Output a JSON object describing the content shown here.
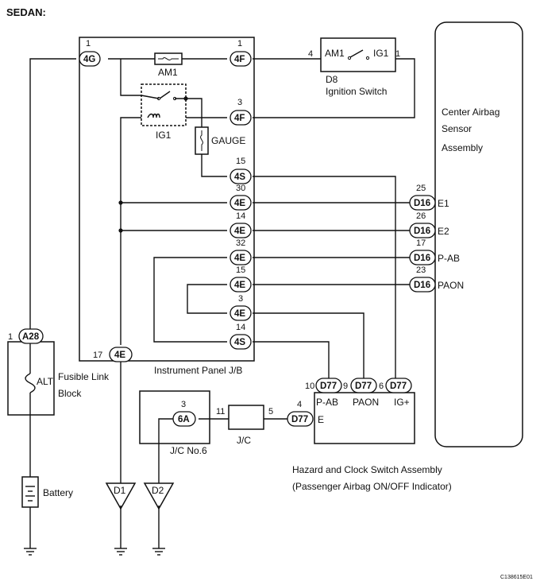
{
  "title": "SEDAN:",
  "figure_code": "C138615E01",
  "components": {
    "instrument_panel_jb": "Instrument Panel J/B",
    "ignition_switch_id": "D8",
    "ignition_switch_name": "Ignition Switch",
    "ignition_am1": "AM1",
    "ignition_ig1": "IG1",
    "fuse_am1": "AM1",
    "relay_ig1": "IG1",
    "fuse_gauge": "GAUGE",
    "center_airbag_line1": "Center Airbag",
    "center_airbag_line2": "Sensor",
    "center_airbag_line3": "Assembly",
    "fusible_line1": "Fusible Link",
    "fusible_line2": "Block",
    "fusible_alt": "ALT",
    "battery": "Battery",
    "jc6": "J/C No.6",
    "jc": "J/C",
    "hazard_line1": "Hazard and Clock Switch Assembly",
    "hazard_line2": "(Passenger Airbag ON/OFF Indicator)",
    "hazard_pab": "P-AB",
    "hazard_paon": "PAON",
    "hazard_igp": "IG+",
    "hazard_e": "E"
  },
  "connectors": {
    "c4g": {
      "name": "4G",
      "pin": "1"
    },
    "c4f1": {
      "name": "4F",
      "pin": "1"
    },
    "c4f3": {
      "name": "4F",
      "pin": "3"
    },
    "c4s15": {
      "name": "4S",
      "pin": "15"
    },
    "c4e30": {
      "name": "4E",
      "pin": "30"
    },
    "c4e14": {
      "name": "4E",
      "pin": "14"
    },
    "c4e32": {
      "name": "4E",
      "pin": "32"
    },
    "c4e15": {
      "name": "4E",
      "pin": "15"
    },
    "c4e3": {
      "name": "4E",
      "pin": "3"
    },
    "c4s14": {
      "name": "4S",
      "pin": "14"
    },
    "c4e17": {
      "name": "4E",
      "pin": "17"
    },
    "ca28": {
      "name": "A28",
      "pin": "1"
    },
    "d16_25": {
      "name": "D16",
      "pin": "25",
      "signal": "E1"
    },
    "d16_26": {
      "name": "D16",
      "pin": "26",
      "signal": "E2"
    },
    "d16_17": {
      "name": "D16",
      "pin": "17",
      "signal": "P-AB"
    },
    "d16_23": {
      "name": "D16",
      "pin": "23",
      "signal": "PAON"
    },
    "d77_10": {
      "name": "D77",
      "pin": "10"
    },
    "d77_9": {
      "name": "D77",
      "pin": "9"
    },
    "d77_6": {
      "name": "D77",
      "pin": "6"
    },
    "d77_4": {
      "name": "D77",
      "pin": "4"
    },
    "c6a": {
      "name": "6A",
      "pin": "3"
    },
    "jc_pin_in": "11",
    "jc_pin_out": "5",
    "ig_sw_pin_am1": "4",
    "ig_sw_pin_ig1": "1"
  },
  "grounds": {
    "d1": "D1",
    "d2": "D2"
  }
}
